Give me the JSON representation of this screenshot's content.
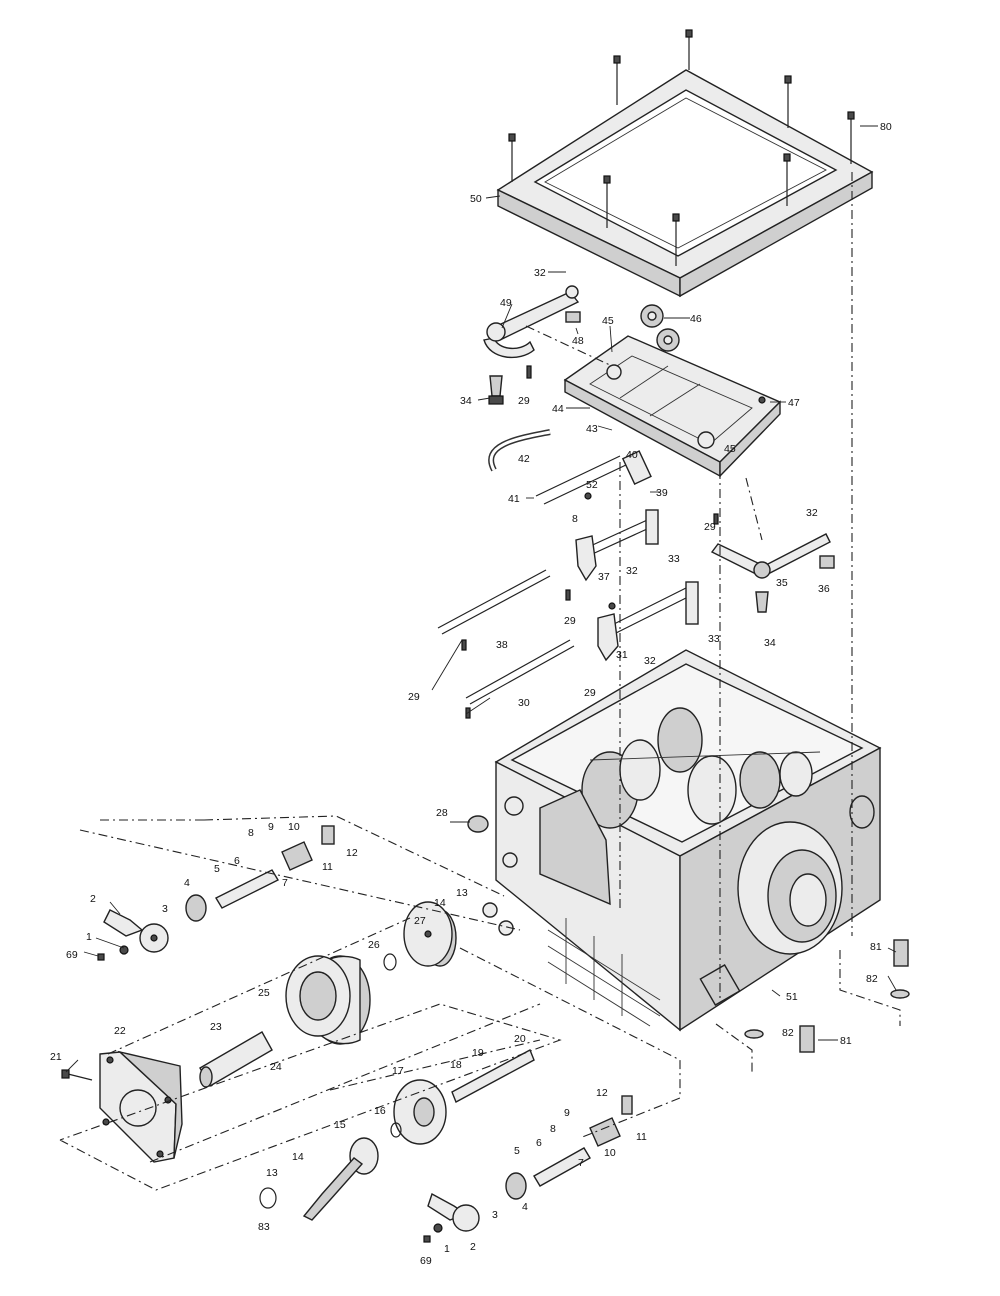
{
  "diagram": {
    "labels": [
      {
        "id": "L80",
        "text": "80"
      },
      {
        "id": "L50",
        "text": "50"
      },
      {
        "id": "L32a",
        "text": "32"
      },
      {
        "id": "L49",
        "text": "49"
      },
      {
        "id": "L48",
        "text": "48"
      },
      {
        "id": "L45a",
        "text": "45"
      },
      {
        "id": "L46",
        "text": "46"
      },
      {
        "id": "L34a",
        "text": "34"
      },
      {
        "id": "L29a",
        "text": "29"
      },
      {
        "id": "L44",
        "text": "44"
      },
      {
        "id": "L43",
        "text": "43"
      },
      {
        "id": "L47",
        "text": "47"
      },
      {
        "id": "L42",
        "text": "42"
      },
      {
        "id": "L40",
        "text": "40"
      },
      {
        "id": "L45b",
        "text": "45"
      },
      {
        "id": "L52",
        "text": "52"
      },
      {
        "id": "L39",
        "text": "39"
      },
      {
        "id": "L41",
        "text": "41"
      },
      {
        "id": "L8a",
        "text": "8"
      },
      {
        "id": "L29b",
        "text": "29"
      },
      {
        "id": "L32b",
        "text": "32"
      },
      {
        "id": "L33a",
        "text": "33"
      },
      {
        "id": "L37",
        "text": "37"
      },
      {
        "id": "L32c",
        "text": "32"
      },
      {
        "id": "L35",
        "text": "35"
      },
      {
        "id": "L36",
        "text": "36"
      },
      {
        "id": "L29c",
        "text": "29"
      },
      {
        "id": "L38",
        "text": "38"
      },
      {
        "id": "L33b",
        "text": "33"
      },
      {
        "id": "L34b",
        "text": "34"
      },
      {
        "id": "L31",
        "text": "31"
      },
      {
        "id": "L32d",
        "text": "32"
      },
      {
        "id": "L29d",
        "text": "29"
      },
      {
        "id": "L29e",
        "text": "29"
      },
      {
        "id": "L30",
        "text": "30"
      },
      {
        "id": "L28",
        "text": "28"
      },
      {
        "id": "L8b",
        "text": "8"
      },
      {
        "id": "L9a",
        "text": "9"
      },
      {
        "id": "L10a",
        "text": "10"
      },
      {
        "id": "L12a",
        "text": "12"
      },
      {
        "id": "L6a",
        "text": "6"
      },
      {
        "id": "L11a",
        "text": "11"
      },
      {
        "id": "L5a",
        "text": "5"
      },
      {
        "id": "L7a",
        "text": "7"
      },
      {
        "id": "L4a",
        "text": "4"
      },
      {
        "id": "L2a",
        "text": "2"
      },
      {
        "id": "L3a",
        "text": "3"
      },
      {
        "id": "L13a",
        "text": "13"
      },
      {
        "id": "L14a",
        "text": "14"
      },
      {
        "id": "L1a",
        "text": "1"
      },
      {
        "id": "L69a",
        "text": "69"
      },
      {
        "id": "L27",
        "text": "27"
      },
      {
        "id": "L26",
        "text": "26"
      },
      {
        "id": "L25",
        "text": "25"
      },
      {
        "id": "L81a",
        "text": "81"
      },
      {
        "id": "L82a",
        "text": "82"
      },
      {
        "id": "L51",
        "text": "51"
      },
      {
        "id": "L23",
        "text": "23"
      },
      {
        "id": "L22",
        "text": "22"
      },
      {
        "id": "L24",
        "text": "24"
      },
      {
        "id": "L82b",
        "text": "82"
      },
      {
        "id": "L81b",
        "text": "81"
      },
      {
        "id": "L21",
        "text": "21"
      },
      {
        "id": "L20",
        "text": "20"
      },
      {
        "id": "L19",
        "text": "19"
      },
      {
        "id": "L18",
        "text": "18"
      },
      {
        "id": "L17",
        "text": "17"
      },
      {
        "id": "L12b",
        "text": "12"
      },
      {
        "id": "L16",
        "text": "16"
      },
      {
        "id": "L15",
        "text": "15"
      },
      {
        "id": "L9b",
        "text": "9"
      },
      {
        "id": "L8c",
        "text": "8"
      },
      {
        "id": "L6b",
        "text": "6"
      },
      {
        "id": "L11b",
        "text": "11"
      },
      {
        "id": "L10b",
        "text": "10"
      },
      {
        "id": "L7b",
        "text": "7"
      },
      {
        "id": "L5b",
        "text": "5"
      },
      {
        "id": "L14b",
        "text": "14"
      },
      {
        "id": "L13b",
        "text": "13"
      },
      {
        "id": "L4b",
        "text": "4"
      },
      {
        "id": "L3b",
        "text": "3"
      },
      {
        "id": "L83",
        "text": "83"
      },
      {
        "id": "L2b",
        "text": "2"
      },
      {
        "id": "L1b",
        "text": "1"
      },
      {
        "id": "L69b",
        "text": "69"
      }
    ]
  }
}
